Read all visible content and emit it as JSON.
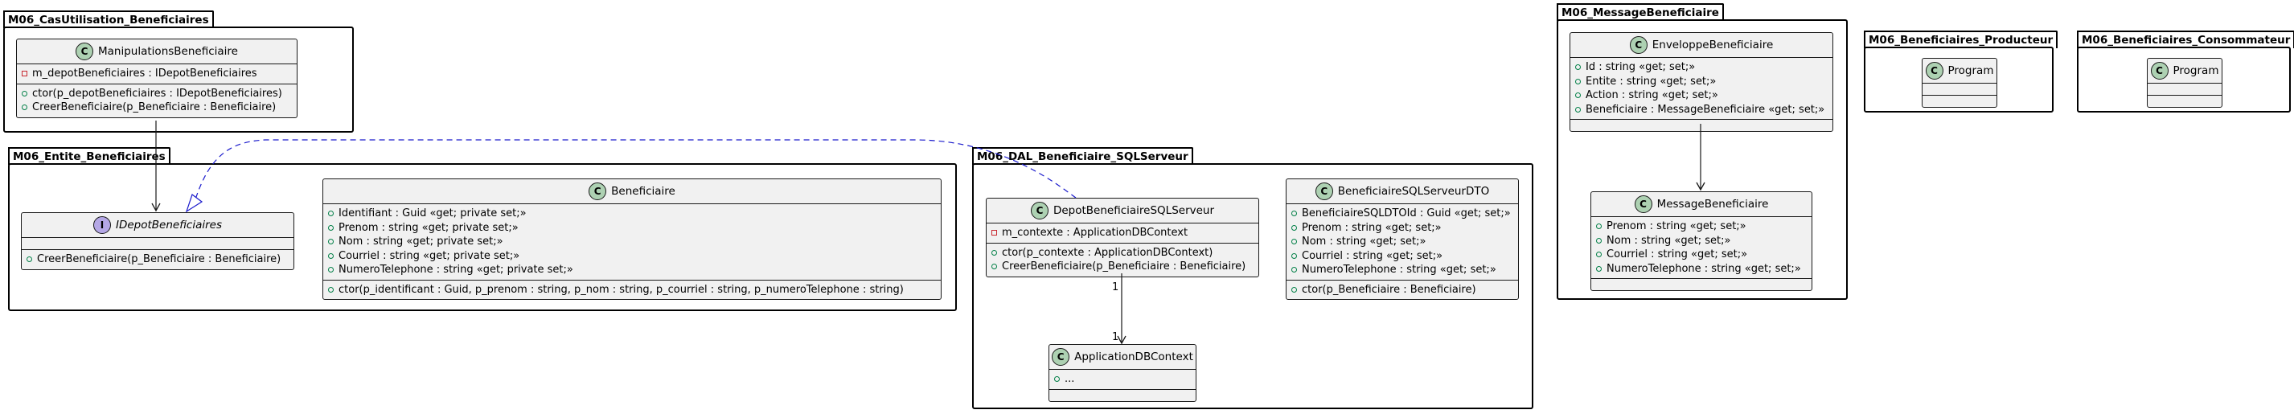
{
  "packages": {
    "cas": {
      "title": "M06_CasUtilisation_Beneficiaires"
    },
    "entite": {
      "title": "M06_Entite_Beneficiaires"
    },
    "dal": {
      "title": "M06_DAL_Beneficiaire_SQLServeur"
    },
    "message": {
      "title": "M06_MessageBeneficiaire"
    },
    "producteur": {
      "title": "M06_Beneficiaires_Producteur"
    },
    "consommateur": {
      "title": "M06_Beneficiaires_Consommateur"
    }
  },
  "classes": {
    "manipulations": {
      "name": "ManipulationsBeneficiaire",
      "fields": [
        "m_depotBeneficiaires : IDepotBeneficiaires"
      ],
      "methods": [
        "ctor(p_depotBeneficiaires : IDepotBeneficiaires)",
        "CreerBeneficiaire(p_Beneficiaire : Beneficiaire)"
      ]
    },
    "idepot": {
      "name": "IDepotBeneficiaires",
      "fields": [],
      "methods": [
        "CreerBeneficiaire(p_Beneficiaire : Beneficiaire)"
      ]
    },
    "beneficiaire": {
      "name": "Beneficiaire",
      "fields": [
        "Identifiant : Guid «get; private set;»",
        "Prenom : string «get; private set;»",
        "Nom : string «get; private set;»",
        "Courriel : string «get; private set;»",
        "NumeroTelephone : string «get; private set;»"
      ],
      "methods": [
        "ctor(p_identificant : Guid, p_prenom : string, p_nom : string, p_courriel : string, p_numeroTelephone : string)"
      ]
    },
    "depotsql": {
      "name": "DepotBeneficiaireSQLServeur",
      "fields": [
        "m_contexte : ApplicationDBContext"
      ],
      "methods": [
        "ctor(p_contexte : ApplicationDBContext)",
        "CreerBeneficiaire(p_Beneficiaire : Beneficiaire)"
      ]
    },
    "dto": {
      "name": "BeneficiaireSQLServeurDTO",
      "fields": [
        "BeneficiaireSQLDTOId : Guid «get; set;»",
        "Prenom : string «get; set;»",
        "Nom : string «get; set;»",
        "Courriel : string «get; set;»",
        "NumeroTelephone : string «get; set;»"
      ],
      "methods": [
        "ctor(p_Beneficiaire : Beneficiaire)"
      ]
    },
    "appdb": {
      "name": "ApplicationDBContext",
      "fields": [
        "..."
      ],
      "methods": []
    },
    "enveloppe": {
      "name": "EnveloppeBeneficiaire",
      "fields": [
        "Id : string «get; set;»",
        "Entite : string «get; set;»",
        "Action : string «get; set;»",
        "Beneficiaire : MessageBeneficiaire «get; set;»"
      ],
      "methods": []
    },
    "message": {
      "name": "MessageBeneficiaire",
      "fields": [
        "Prenom : string «get; set;»",
        "Nom : string «get; set;»",
        "Courriel : string «get; set;»",
        "NumeroTelephone : string «get; set;»"
      ],
      "methods": []
    },
    "program_prod": {
      "name": "Program",
      "fields": [],
      "methods": []
    },
    "program_cons": {
      "name": "Program",
      "fields": [],
      "methods": []
    }
  },
  "edges": {
    "depot_appdb_source_multiplicity": "1",
    "depot_appdb_target_multiplicity": "1"
  },
  "colors": {
    "class_fill": "#f1f1f1",
    "class_badge": "#add1b2",
    "interface_badge": "#b4a7e5",
    "public_marker": "#038048",
    "private_marker": "#c82930",
    "realization_line": "#1a1acc"
  }
}
